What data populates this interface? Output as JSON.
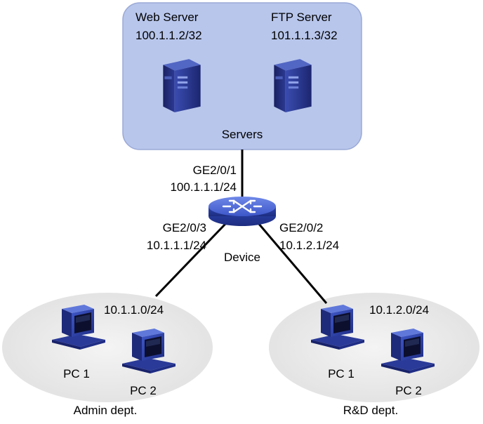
{
  "colors": {
    "servers_zone_fill": "#b8c6ec",
    "servers_zone_stroke": "#9aa9d6",
    "dept_zone_fill": "#e5e5e5",
    "link": "#000000",
    "server_body": "#2b3a8f",
    "pc_body": "#2f45a6",
    "device_body": "#3d57c9"
  },
  "servers": {
    "zone_label": "Servers",
    "web": {
      "name": "Web Server",
      "ip": "100.1.1.2/32",
      "icon": "server-tower-icon"
    },
    "ftp": {
      "name": "FTP Server",
      "ip": "101.1.1.3/32",
      "icon": "server-tower-icon"
    }
  },
  "device": {
    "name": "Device",
    "icon": "layer3-switch-icon",
    "interfaces": {
      "up": {
        "port": "GE2/0/1",
        "ip": "100.1.1.1/24"
      },
      "left": {
        "port": "GE2/0/3",
        "ip": "10.1.1.1/24"
      },
      "right": {
        "port": "GE2/0/2",
        "ip": "10.1.2.1/24"
      }
    }
  },
  "departments": {
    "admin": {
      "name": "Admin dept.",
      "subnet": "10.1.1.0/24",
      "pc1": "PC 1",
      "pc2": "PC 2"
    },
    "rd": {
      "name": "R&D dept.",
      "subnet": "10.1.2.0/24",
      "pc1": "PC 1",
      "pc2": "PC 2"
    }
  }
}
